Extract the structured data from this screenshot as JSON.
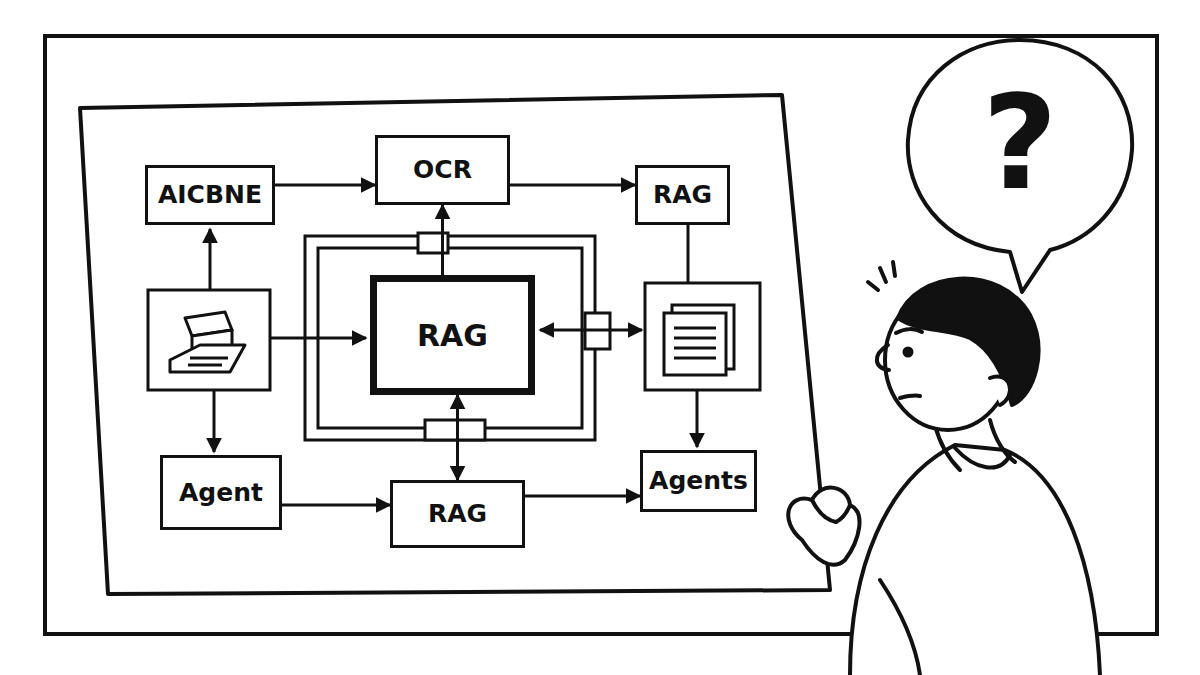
{
  "diagram": {
    "nodes": [
      {
        "text": [
          "AICBNE"
        ]
      },
      {
        "text": [
          "OCR"
        ]
      },
      {
        "text": [
          "RAG"
        ]
      },
      {
        "text": [
          "RAG"
        ]
      },
      {
        "text": [
          "Agent"
        ]
      },
      {
        "text": [
          "RAG"
        ]
      },
      {
        "text": [
          "Agents"
        ]
      }
    ],
    "edges": [
      {
        "from": 0,
        "to": 1,
        "arrow": "to"
      },
      {
        "from": 1,
        "to": 2,
        "arrow": "to"
      },
      {
        "from": 3,
        "to": 1,
        "arrow": "to"
      },
      {
        "from": 3,
        "to": 5,
        "arrow": "both"
      },
      {
        "from": 4,
        "to": 5,
        "arrow": "to"
      },
      {
        "from": 5,
        "to": 6,
        "arrow": "to"
      }
    ],
    "labels": [
      "?"
    ]
  }
}
